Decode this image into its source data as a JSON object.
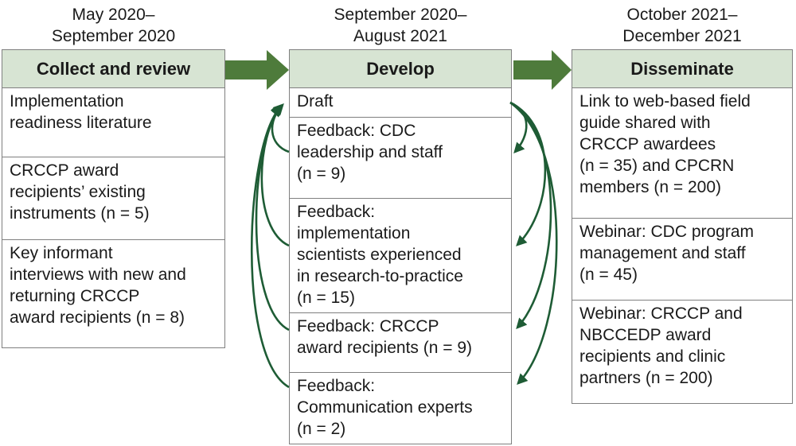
{
  "colors": {
    "block_arrow": "#4e7b3b",
    "loop_arrow": "#1e5c35",
    "header_fill": "#d7e4d3",
    "box_border": "#7f7f7f",
    "text": "#1a1a1a"
  },
  "phases": [
    {
      "date": "May 2020–\nSeptember 2020",
      "header": "Collect and review",
      "items": [
        "Implementation\nreadiness literature",
        "CRCCP award\nrecipients’ existing\ninstruments (n = 5)",
        "Key informant\ninterviews with new and\nreturning CRCCP\naward recipients (n = 8)"
      ]
    },
    {
      "date": "September 2020–\nAugust 2021",
      "header": "Develop",
      "items": [
        "Draft",
        "Feedback: CDC\nleadership and staff\n(n = 9)",
        "Feedback:\nimplementation\nscientists experienced\nin research-to-practice\n(n = 15)",
        "Feedback: CRCCP\naward recipients (n = 9)",
        "Feedback:\nCommunication experts\n(n = 2)"
      ]
    },
    {
      "date": "October 2021–\nDecember 2021",
      "header": "Disseminate",
      "items": [
        "Link to web-based field\nguide shared with\nCRCCP awardees\n(n = 35) and CPCRN\nmembers (n = 200)",
        "Webinar: CDC program\nmanagement and staff\n(n = 45)",
        "Webinar: CRCCP and\nNBCCEDP award\nrecipients and clinic\npartners (n = 200)"
      ]
    }
  ],
  "arrows": {
    "block_flow": [
      "collect-and-review to develop",
      "develop to disseminate"
    ],
    "feedback_loops": {
      "to_draft": "feedback rounds returning to draft",
      "from_draft": "draft sent out for feedback"
    }
  }
}
